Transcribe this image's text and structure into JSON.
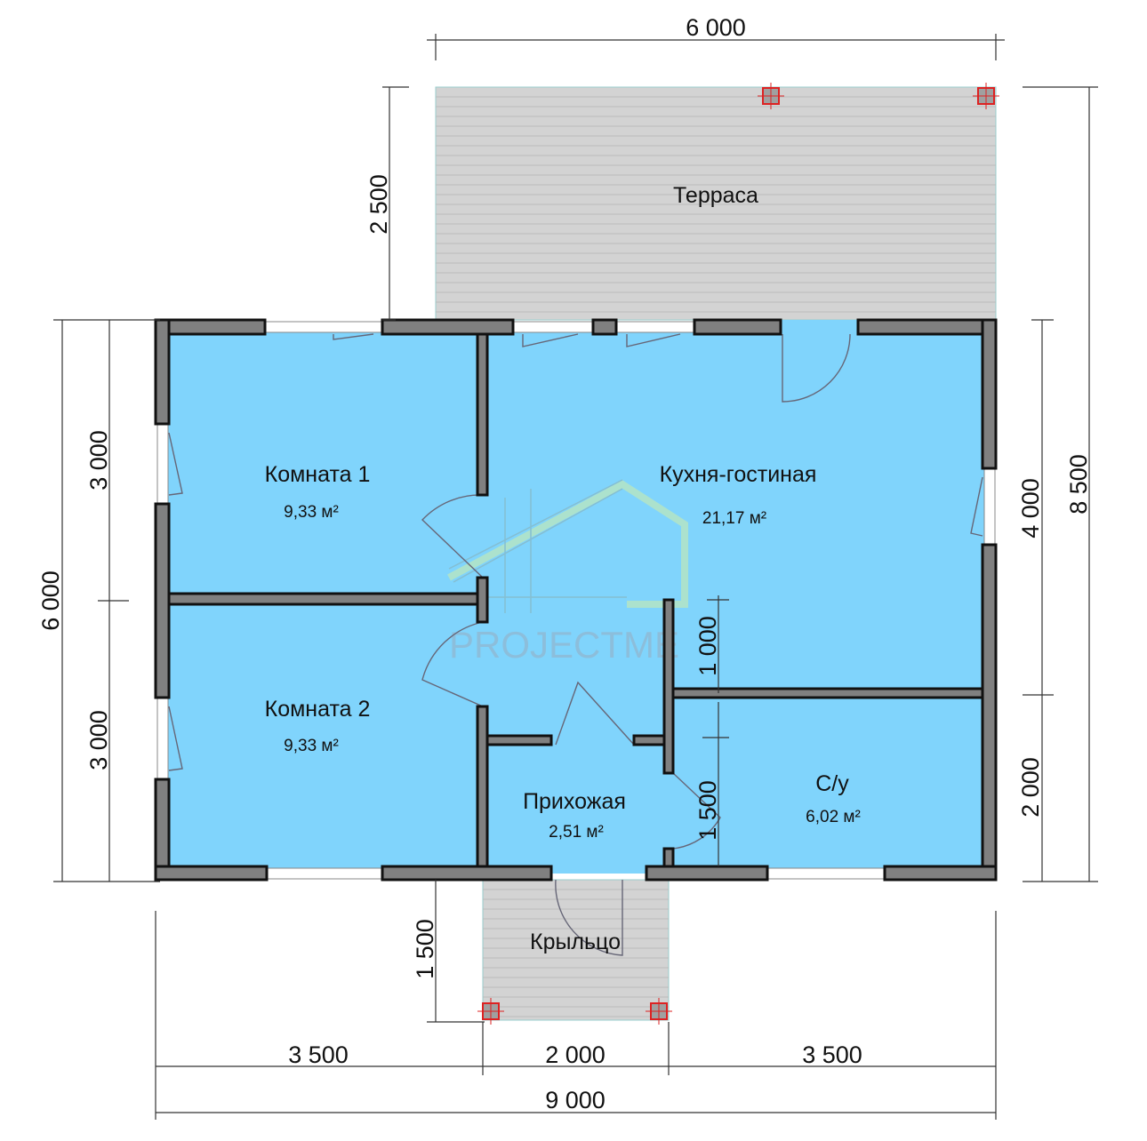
{
  "rooms": {
    "terrace": {
      "name": "Терраса"
    },
    "room1": {
      "name": "Комната 1",
      "area": "9,33 м²"
    },
    "room2": {
      "name": "Комната 2",
      "area": "9,33 м²"
    },
    "kitchen": {
      "name": "Кухня-гостиная",
      "area": "21,17 м²"
    },
    "hall": {
      "name": "Прихожая",
      "area": "2,51 м²"
    },
    "bath": {
      "name": "С/у",
      "area": "6,02 м²"
    },
    "porch": {
      "name": "Крыльцо"
    }
  },
  "dimensions": {
    "top": "6 000",
    "terrace_depth": "2 500",
    "left_total": "6 000",
    "left_upper": "3 000",
    "left_lower": "3 000",
    "right_total": "8 500",
    "right_upper": "4 000",
    "right_lower": "2 000",
    "inner_1000": "1 000",
    "inner_1500": "1 500",
    "porch_depth": "1 500",
    "bottom_left": "3 500",
    "bottom_mid": "2 000",
    "bottom_right": "3 500",
    "bottom_total": "9 000"
  },
  "watermark": "PROJECTME",
  "colors": {
    "room": "#80d4fc",
    "wall": "#808080",
    "terrace": "#d3d3d3"
  }
}
